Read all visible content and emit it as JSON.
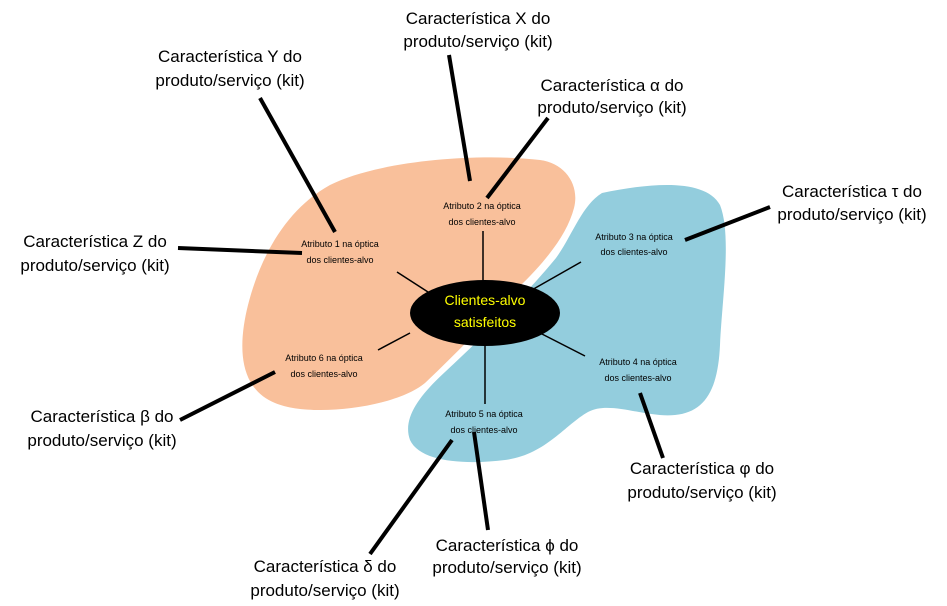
{
  "center": {
    "line1": "Clientes-alvo",
    "line2": "satisfeitos"
  },
  "attributes": [
    {
      "line1": "Atributo 1 na óptica",
      "line2": "dos clientes-alvo"
    },
    {
      "line1": "Atributo 2 na óptica",
      "line2": "dos clientes-alvo"
    },
    {
      "line1": "Atributo 3 na óptica",
      "line2": "dos clientes-alvo"
    },
    {
      "line1": "Atributo 4 na óptica",
      "line2": "dos clientes-alvo"
    },
    {
      "line1": "Atributo 5 na óptica",
      "line2": "dos clientes-alvo"
    },
    {
      "line1": "Atributo 6 na óptica",
      "line2": "dos clientes-alvo"
    }
  ],
  "characteristics": [
    {
      "line1": "Característica X do",
      "line2": "produto/serviço (kit)"
    },
    {
      "line1": "Característica Y do",
      "line2": "produto/serviço (kit)"
    },
    {
      "line1": "Característica α do",
      "line2": "produto/serviço (kit)"
    },
    {
      "line1": "Característica τ do",
      "line2": "produto/serviço (kit)"
    },
    {
      "line1": "Característica Z do",
      "line2": "produto/serviço (kit)"
    },
    {
      "line1": "Característica β do",
      "line2": "produto/serviço (kit)"
    },
    {
      "line1": "Característica φ do",
      "line2": "produto/serviço (kit)"
    },
    {
      "line1": "Característica ϕ do",
      "line2": "produto/serviço (kit)"
    },
    {
      "line1": "Característica δ do",
      "line2": "produto/serviço (kit)"
    }
  ],
  "colors": {
    "orange_region": "#F9C09B",
    "blue_region": "#93CDDD",
    "center_fill": "#000000",
    "center_text": "#FFFF00"
  }
}
